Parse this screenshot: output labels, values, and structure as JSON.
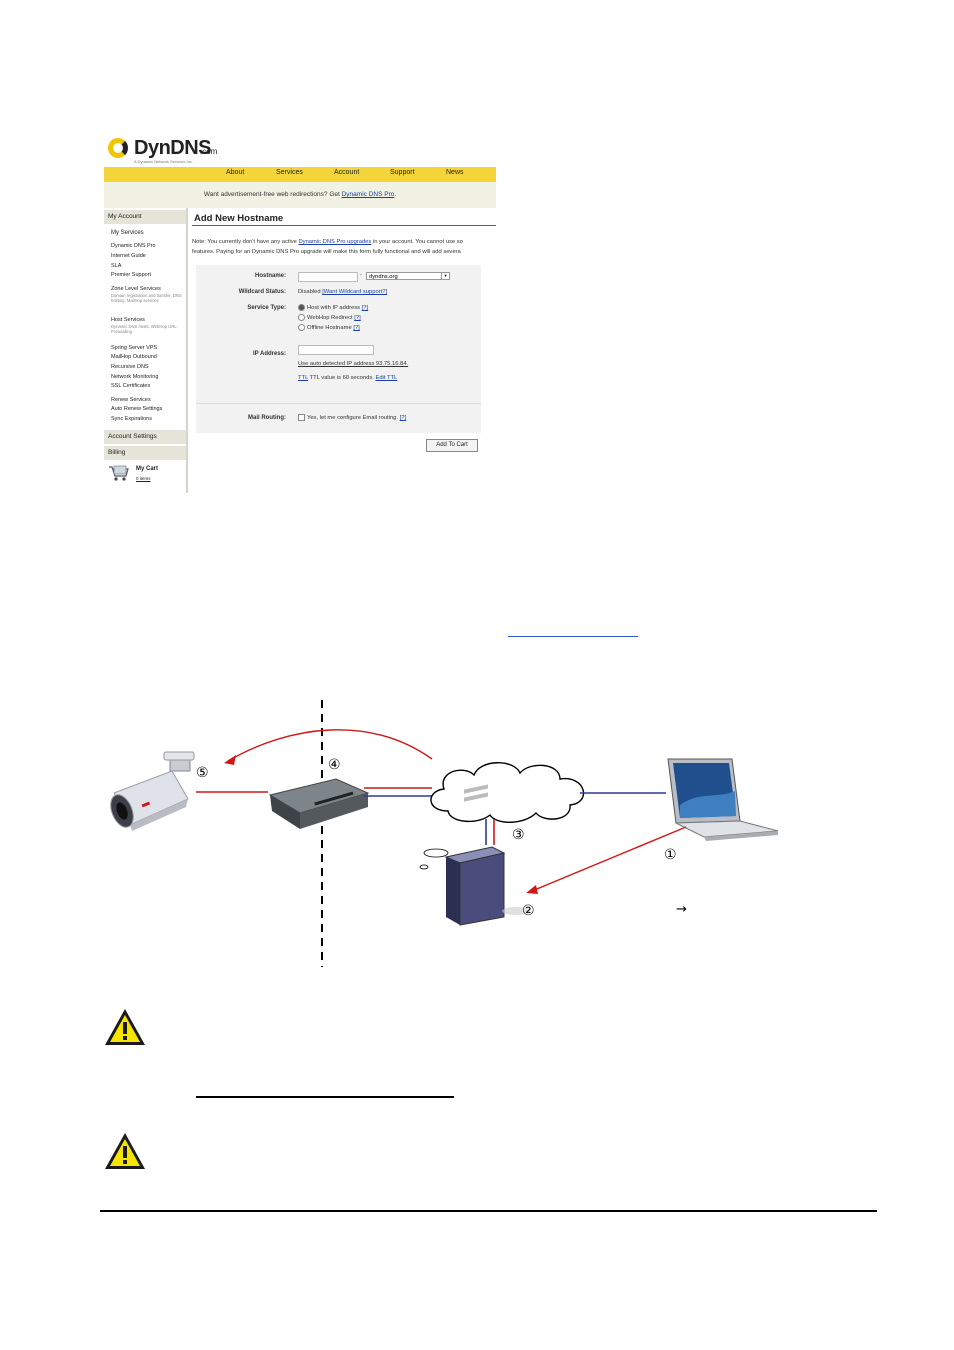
{
  "screenshot": {
    "logo": {
      "name": "DynDNS",
      "suffix": ".com",
      "tagline": "A Dynamic Network Services Inc."
    },
    "nav": [
      "About",
      "Services",
      "Account",
      "Support",
      "News"
    ],
    "promo": {
      "text": "Want advertisement-free web redirections? Get ",
      "link": "Dynamic DNS Pro",
      "end": "."
    },
    "sidebar": {
      "my_account": "My Account",
      "my_services": "My Services",
      "group1": [
        "Dynamic DNS Pro",
        "Internet Guide",
        "SLA",
        "Premier Support"
      ],
      "zone_title": "Zone Level Services",
      "zone_sub": "Domain registration and transfer, DNS hosting, MailHop services",
      "host_title": "Host Services",
      "host_sub": "Dynamic DNS hosts, WebHop URL Forwarding",
      "group2": [
        "Spring Server VPS",
        "MailHop Outbound",
        "Recursive DNS",
        "Network Monitoring",
        "SSL Certificates"
      ],
      "group3": [
        "Renew Services",
        "Auto Renew Settings",
        "Sync Expirations"
      ],
      "account_settings": "Account Settings",
      "billing": "Billing",
      "cart_title": "My Cart",
      "cart_items": "0 items"
    },
    "main": {
      "title": "Add New Hostname",
      "note_line1_a": "Note: You currently don't have any active ",
      "note_link": "Dynamic DNS Pro upgrades",
      "note_line1_b": " in your account. You cannot use so",
      "note_line2": "features. Paying for an Dynamic DNS Pro upgrade will make this form fully functional and will add severa",
      "hostname_label": "Hostname:",
      "hostname_domain": "dyndns.org",
      "wildcard_label": "Wildcard Status:",
      "wildcard_value": "Disabled",
      "wildcard_link": "[Want Wildcard support?]",
      "service_label": "Service Type:",
      "service_options": [
        "Host with IP address",
        "WebHop Redirect",
        "Offline Hostname"
      ],
      "help": "[?]",
      "ip_label": "IP Address:",
      "ip_autodetect_link": "Use auto detected IP address 93.75.16.84.",
      "ttl_text": "TTL value is 60 seconds.",
      "ttl_link_a": "TTL",
      "ttl_link_b": "Edit TTL",
      "mail_label": "Mail Routing:",
      "mail_value": "Yes, let me configure Email routing.",
      "button": "Add To Cart"
    }
  },
  "diagram": {
    "step_labels": [
      "①",
      "②",
      "③",
      "④",
      "⑤"
    ],
    "arrow_glyph": "→"
  }
}
